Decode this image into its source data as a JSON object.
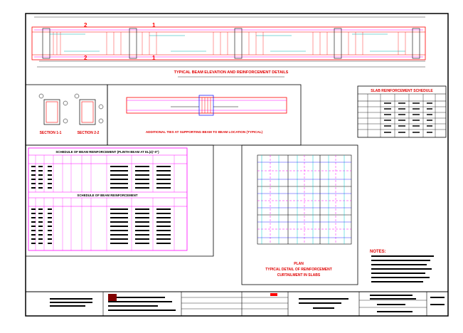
{
  "drawing": {
    "beam_title": "TYPICAL BEAM ELEVATION AND REINFORCEMENT DETAILS",
    "section_1": "SECTION 1-1",
    "section_2": "SECTION 2-2",
    "ties_title": "ADDITIONAL TIES AT SUPPORTING BEAM TO BEAM LOCATION (TYPICAL)",
    "slab_title": "SLAB REINFORCEMENT SCHEDULE",
    "schedule_title_1": "SCHEDULE OF BEAM REINFORCEMENT (PLINTH BEAM AT EL(4)’-0\")",
    "schedule_title_2": "SCHEDULE OF BEAM REINFORCEMENT",
    "plan_title_1": "PLAN",
    "plan_title_2": "TYPICAL DETAIL OF REINFORCEMENT",
    "plan_title_3": "CURTAILMENT IN SLABS",
    "notes_title": "NOTES:"
  },
  "colors": {
    "border": "#000000",
    "beam": "#ff0000",
    "magenta": "#ff00ff",
    "cyan": "#00cccc",
    "blue": "#0000ff",
    "title_red": "#e00000"
  }
}
